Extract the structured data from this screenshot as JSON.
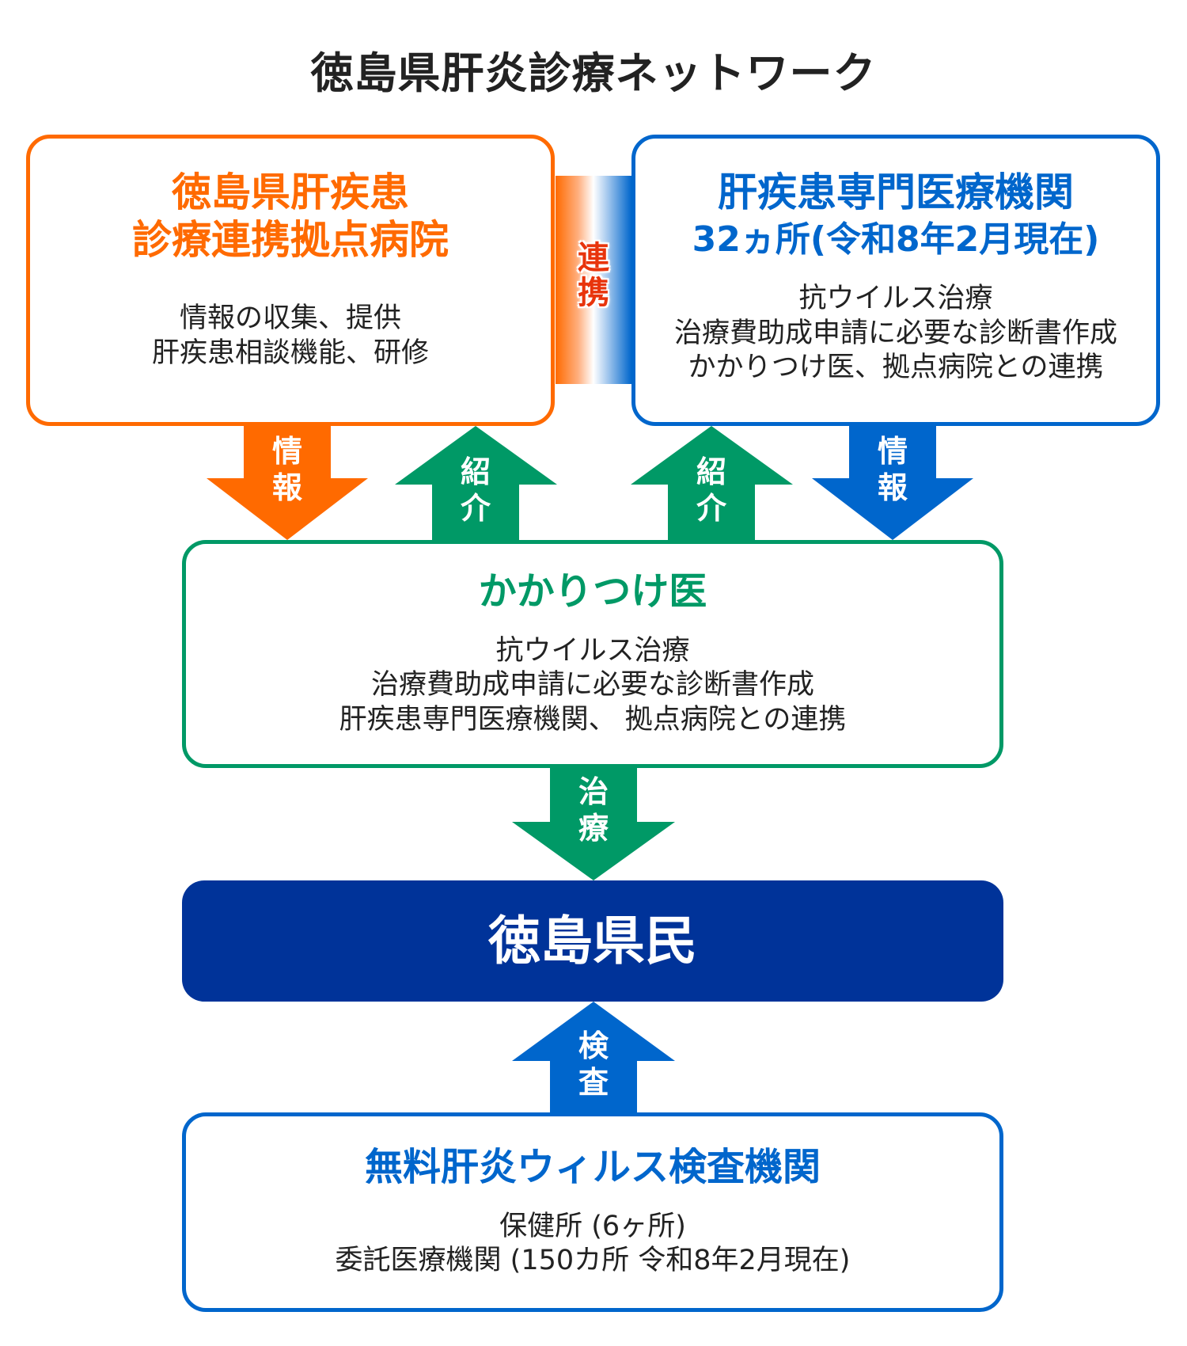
{
  "title": "徳島県肝炎診療ネットワーク",
  "colors": {
    "orange": "#ff6a00",
    "blue": "#0066cc",
    "green": "#009966",
    "navy": "#003399",
    "connector_text": "#e8340c"
  },
  "hub_hospital": {
    "heading_line1": "徳島県肝疾患",
    "heading_line2": "診療連携拠点病院",
    "lines": [
      "情報の収集、提供",
      "肝疾患相談機能、研修"
    ]
  },
  "specialist": {
    "heading": "肝疾患専門医療機関",
    "subheading": "32ヵ所(令和8年2月現在)",
    "lines": [
      "抗ウイルス治療",
      "治療費助成申請に必要な診断書作成",
      "かかりつけ医、拠点病院との連携"
    ]
  },
  "connector": {
    "line1": "連",
    "line2": "携"
  },
  "arrows": {
    "info_left": {
      "line1": "情",
      "line2": "報"
    },
    "referral_left": {
      "line1": "紹",
      "line2": "介"
    },
    "referral_right": {
      "line1": "紹",
      "line2": "介"
    },
    "info_right": {
      "line1": "情",
      "line2": "報"
    },
    "treatment": {
      "line1": "治",
      "line2": "療"
    },
    "screening": {
      "line1": "検",
      "line2": "査"
    }
  },
  "family_doctor": {
    "heading": "かかりつけ医",
    "lines": [
      "抗ウイルス治療",
      "治療費助成申請に必要な診断書作成",
      "肝疾患専門医療機関、 拠点病院との連携"
    ]
  },
  "residents": {
    "heading": "徳島県民"
  },
  "screening_institutions": {
    "heading": "無料肝炎ウィルス検査機関",
    "lines": [
      "保健所 (6ヶ所)",
      "委託医療機関 (150カ所 令和8年2月現在)"
    ]
  }
}
